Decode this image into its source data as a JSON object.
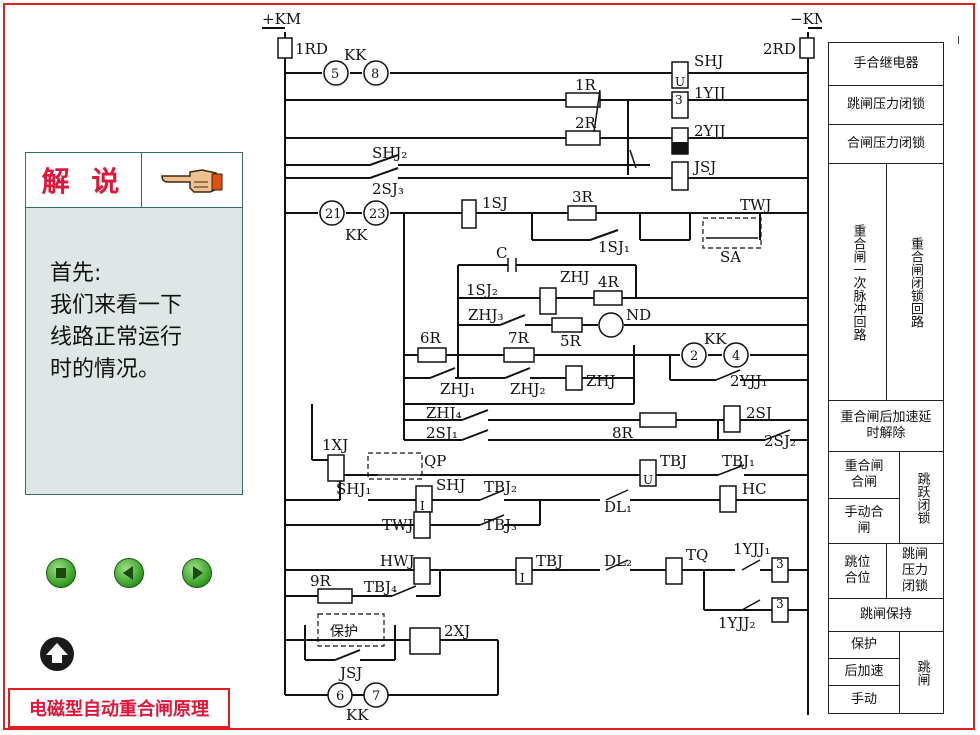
{
  "explain": {
    "title": "解 说",
    "lines": [
      "首先:",
      "我们来看一下",
      "线路正常运行",
      "时的情况。"
    ]
  },
  "caption": "电磁型自动重合闸原理",
  "diagram_labels": {
    "pos_bus": "+KM",
    "neg_bus": "−KM",
    "fuse1": "1RD",
    "fuse2": "2RD",
    "kk1": "KK",
    "kk_c5": "5",
    "kk_c8": "8",
    "shj": "SHJ",
    "r1": "1R",
    "yjj1": "1YJJ",
    "r2": "2R",
    "yjj2": "2YJJ",
    "jsj": "JSJ",
    "shj2": "SHJ₂",
    "sj3": "2SJ₃",
    "c21": "21",
    "c23": "23",
    "kk2": "KK",
    "sj1": "1SJ",
    "r3": "3R",
    "twj": "TWJ",
    "sj11": "1SJ₁",
    "sa": "SA",
    "cap": "C",
    "sj12": "1SJ₂",
    "zhj_top": "ZHJ",
    "r4": "4R",
    "zhj3": "ZHJ₃",
    "nd": "ND",
    "r5": "5R",
    "r6": "6R",
    "r7": "7R",
    "kk3": "KK",
    "kk_c2": "2",
    "kk_c4": "4",
    "zhj1": "ZHJ₁",
    "zhj2": "ZHJ₂",
    "zhj": "ZHJ",
    "yjj21": "2YJJ₁",
    "zhj4": "ZHJ₄",
    "sj21": "2SJ₁",
    "r8": "8R",
    "sj2": "2SJ",
    "sj22": "2SJ₂",
    "xj1": "1XJ",
    "qp": "QP",
    "tbj": "TBJ",
    "tbj1": "TBJ₁",
    "shj1": "SHJ₁",
    "shj_b": "SHJ",
    "tbj2": "TBJ₂",
    "hc": "HC",
    "dl1": "DL₁",
    "twj_b": "TWJ",
    "tbj3": "TBJ₃",
    "hwj": "HWJ",
    "tbj_b": "TBJ",
    "dl2": "DL₂",
    "tq": "TQ",
    "yjj11": "1YJJ₁",
    "r9": "9R",
    "tbj4": "TBJ₄",
    "yjj12": "1YJJ₂",
    "baohu": "保护",
    "xj2": "2XJ",
    "jsj_b": "JSJ",
    "kk_c6": "6",
    "kk_c7": "7",
    "kk4": "KK",
    "u": "U",
    "i": "I",
    "n3": "3"
  },
  "right_panel": {
    "r1": "手合继电器",
    "r2": "跳闸压力闭锁",
    "r3": "合闸压力闭锁",
    "r4a": "重合闸一次脉冲回路",
    "r4b": "重合闸闭锁回路",
    "r5": "重合闸后加速延时解除",
    "r6a": "重合闸合闸",
    "r6b": "手动合闸",
    "r6c": "跳跃闭锁",
    "r7a": "跳位合位",
    "r7b": "跳闸压力闭锁",
    "r8": "跳闸保持",
    "r9a": "保护",
    "r9b": "后加速",
    "r9c": "手动",
    "r9d": "跳闸"
  },
  "colors": {
    "frame": "#e02020",
    "accent": "#e0163a",
    "nav": "#2f9a1e",
    "line": "#111111"
  }
}
